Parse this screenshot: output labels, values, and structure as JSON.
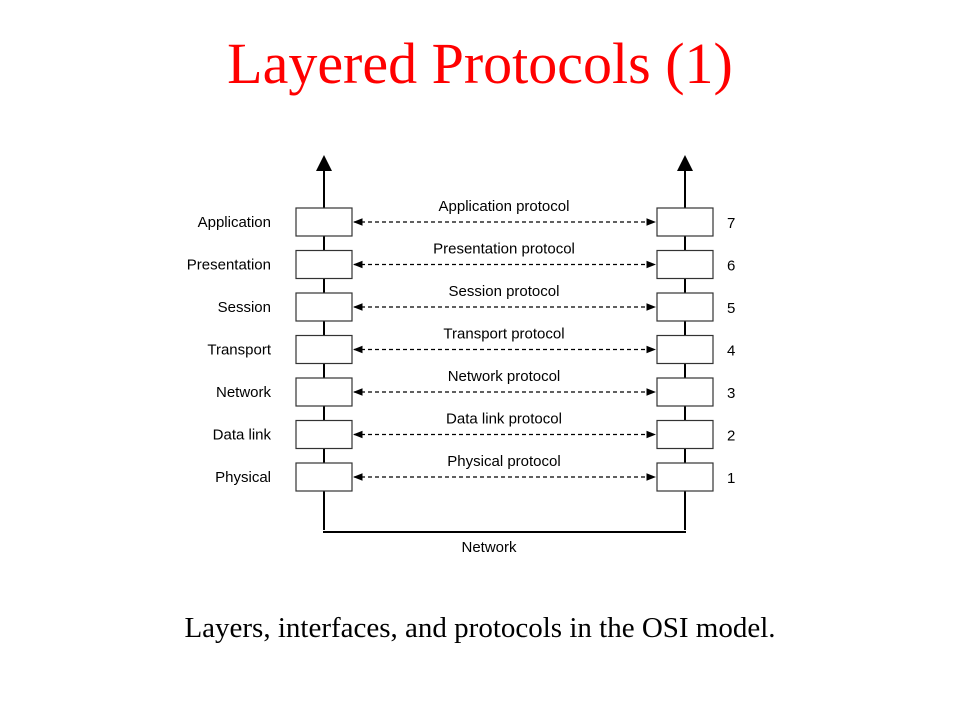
{
  "title": "Layered Protocols (1)",
  "caption": "Layers, interfaces, and protocols in the OSI model.",
  "colors": {
    "title": "#ff0000",
    "line": "#000000",
    "box_stroke": "#333333"
  },
  "network_label": "Network",
  "layers": [
    {
      "name": "Application",
      "protocol": "Application protocol",
      "number": "7"
    },
    {
      "name": "Presentation",
      "protocol": "Presentation protocol",
      "number": "6"
    },
    {
      "name": "Session",
      "protocol": "Session protocol",
      "number": "5"
    },
    {
      "name": "Transport",
      "protocol": "Transport protocol",
      "number": "4"
    },
    {
      "name": "Network",
      "protocol": "Network protocol",
      "number": "3"
    },
    {
      "name": "Data link",
      "protocol": "Data link protocol",
      "number": "2"
    },
    {
      "name": "Physical",
      "protocol": "Physical protocol",
      "number": "1"
    }
  ]
}
